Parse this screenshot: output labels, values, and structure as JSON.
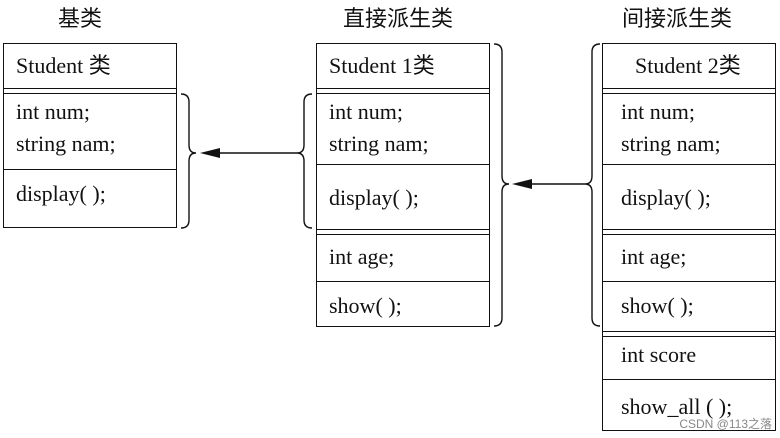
{
  "titles": {
    "base": "基类",
    "direct": "直接派生类",
    "indirect": "间接派生类"
  },
  "base_class": {
    "header": "Student 类",
    "members": [
      "int num;",
      "string nam;"
    ],
    "methods": [
      "display( );"
    ]
  },
  "direct_class": {
    "header": "Student 1类",
    "inherited_members": [
      "int num;",
      "string nam;"
    ],
    "inherited_methods": [
      "display( );"
    ],
    "own_members": [
      "int age;"
    ],
    "own_methods": [
      "show( );"
    ]
  },
  "indirect_class": {
    "header": "Student 2类",
    "inherited_members": [
      "int num;",
      "string nam;"
    ],
    "inherited_methods": [
      "display( );"
    ],
    "inherited_from_direct_members": [
      "int age;"
    ],
    "inherited_from_direct_methods": [
      "show( );"
    ],
    "own_members": [
      "int score"
    ],
    "own_methods": [
      "show_all ( );"
    ]
  },
  "watermark": "CSDN @113之落"
}
